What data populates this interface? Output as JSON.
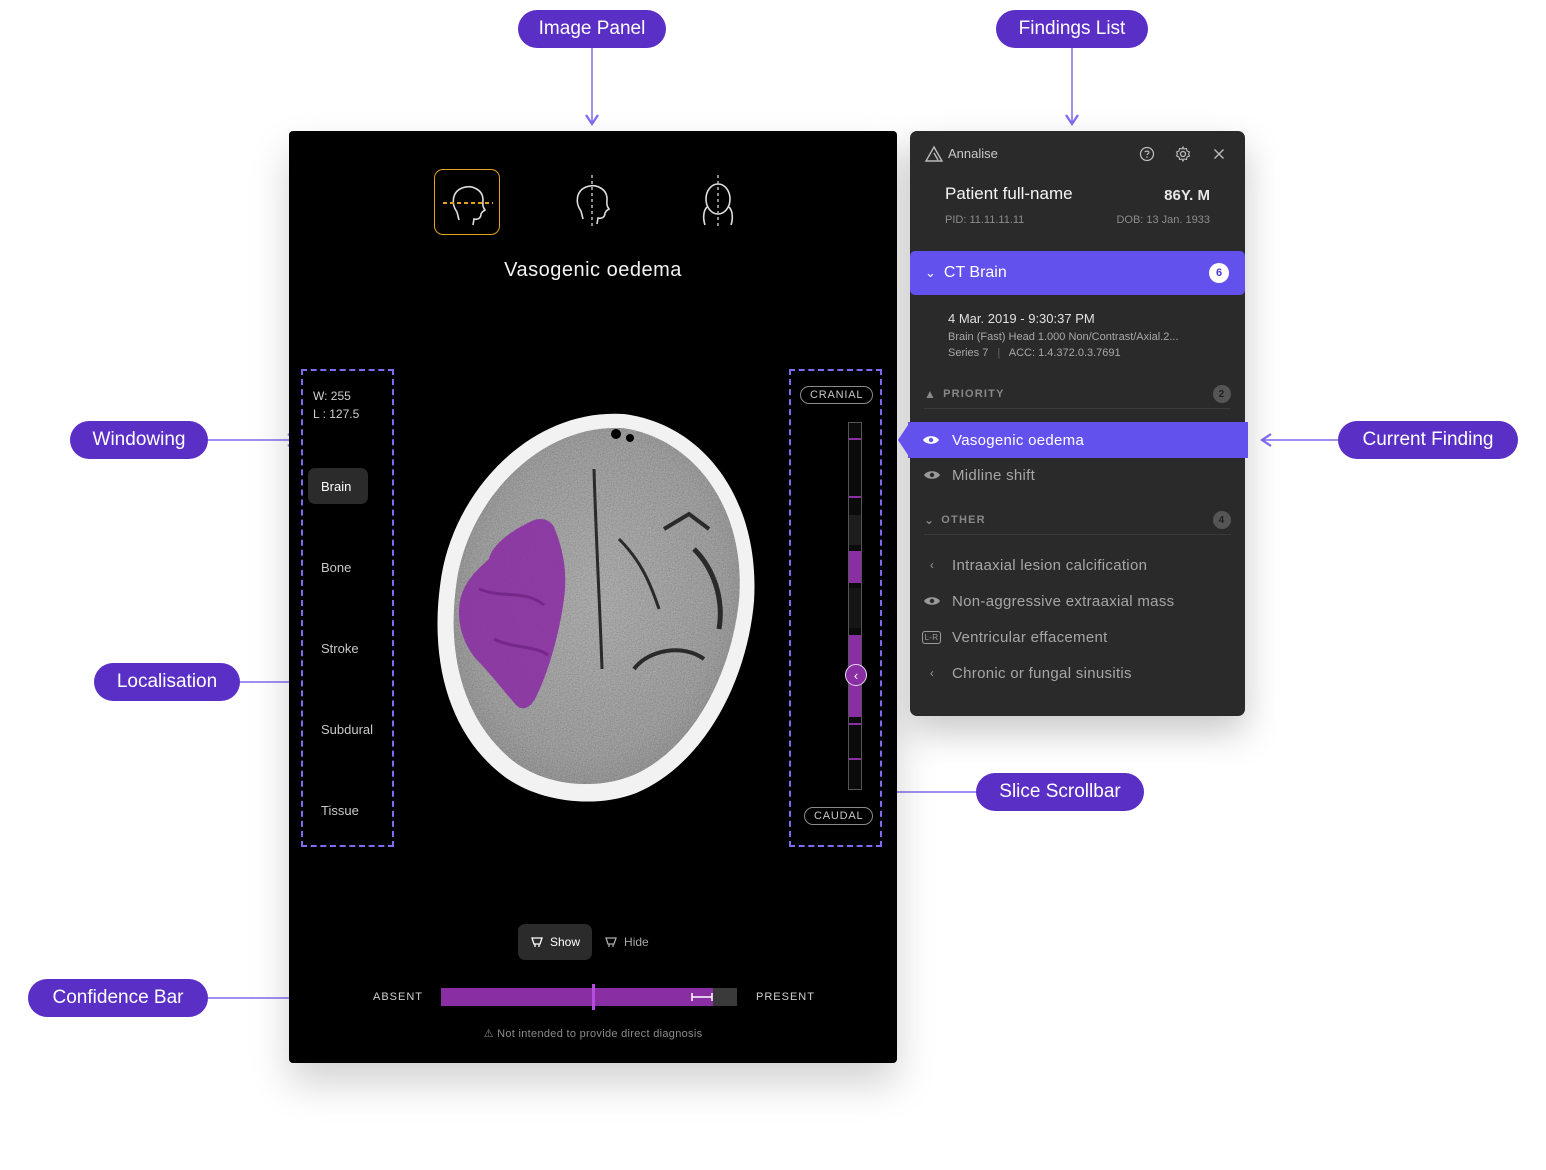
{
  "callouts": {
    "image_panel": "Image Panel",
    "findings_list": "Findings List",
    "windowing": "Windowing",
    "current_finding": "Current Finding",
    "localisation": "Localisation",
    "slice_scrollbar": "Slice Scrollbar",
    "confidence_bar": "Confidence Bar"
  },
  "colors": {
    "accent_purple": "#6351ee",
    "callout_purple": "#5a2fc6",
    "overlay_magenta": "#8a2ea3",
    "active_view_gold": "#e4a11b"
  },
  "image_panel": {
    "views": [
      {
        "name": "axial-view-icon",
        "active": true
      },
      {
        "name": "sagittal-view-icon",
        "active": false
      },
      {
        "name": "coronal-view-icon",
        "active": false
      }
    ],
    "finding_title": "Vasogenic oedema",
    "windowing": {
      "w_value": "W: 255",
      "l_value": "L : 127.5",
      "presets": [
        "Brain",
        "Bone",
        "Stroke",
        "Subdural",
        "Tissue"
      ],
      "active_preset": "Brain"
    },
    "slice": {
      "top_label": "CRANIAL",
      "bottom_label": "CAUDAL",
      "handle_icon": "chevron-left-icon"
    },
    "overlay_toggle": {
      "show_label": "Show",
      "hide_label": "Hide",
      "active": "Show"
    },
    "confidence": {
      "absent_label": "ABSENT",
      "present_label": "PRESENT",
      "value_fraction": 0.92,
      "threshold_fraction": 0.51
    },
    "disclaimer": "Not intended to provide direct diagnosis"
  },
  "findings_panel": {
    "brand": "Annalise",
    "icons": [
      "help-icon",
      "gear-icon",
      "close-icon"
    ],
    "patient_name": "Patient full-name",
    "age_sex": "86Y. M",
    "pid": "PID: 11.11.11.11",
    "dob": "DOB: 13 Jan. 1933",
    "study": {
      "title": "CT Brain",
      "count": "6",
      "date": "4 Mar. 2019 - 9:30:37 PM",
      "description": "Brain (Fast) Head 1.000 Non/Contrast/Axial.2...",
      "series": "Series 7",
      "acc": "ACC: 1.4.372.0.3.7691"
    },
    "priority": {
      "label": "PRIORITY",
      "count": "2",
      "items": [
        {
          "label": "Vasogenic oedema",
          "icon": "eye-icon",
          "current": true
        },
        {
          "label": "Midline shift",
          "icon": "eye-icon",
          "current": false
        }
      ]
    },
    "other": {
      "label": "OTHER",
      "count": "4",
      "items": [
        {
          "label": "Intraaxial lesion calcification",
          "icon": "chevron-left-icon"
        },
        {
          "label": "Non-aggressive extraaxial mass",
          "icon": "eye-icon"
        },
        {
          "label": "Ventricular effacement",
          "icon": "lr-badge-icon",
          "badge": "L-R"
        },
        {
          "label": "Chronic or fungal sinusitis",
          "icon": "chevron-left-icon"
        }
      ]
    }
  }
}
